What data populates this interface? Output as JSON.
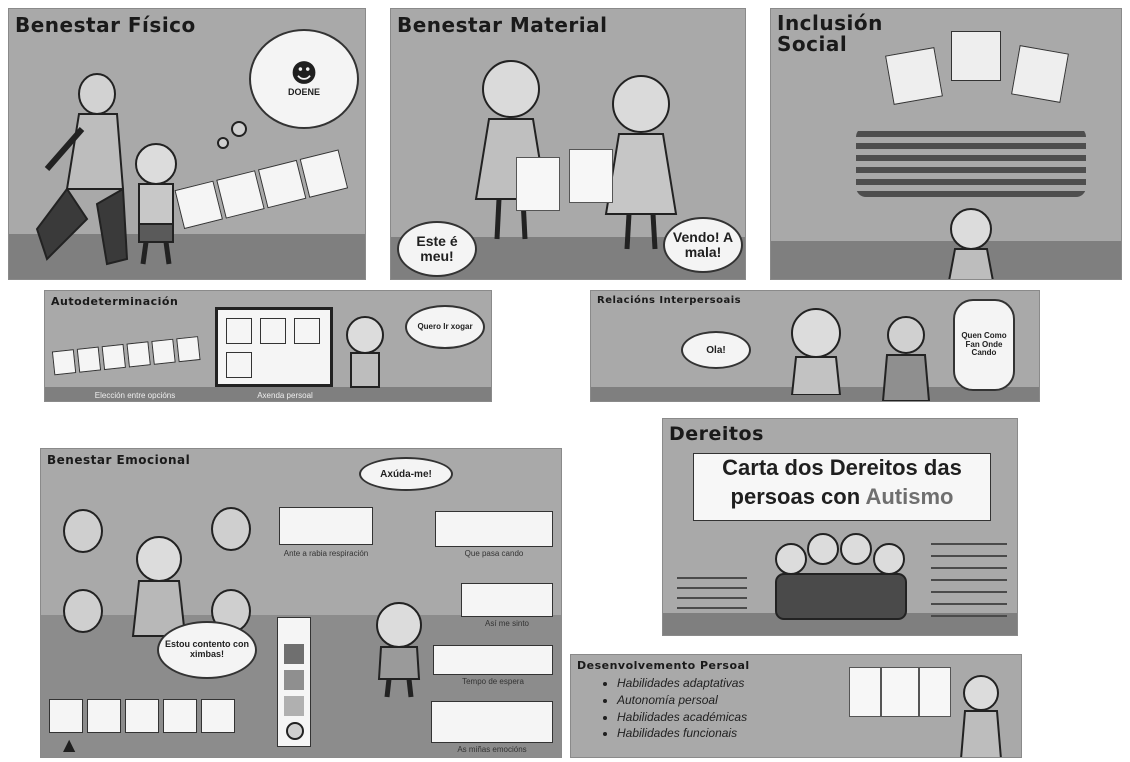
{
  "panels": {
    "benestar_fisico": {
      "title": "Benestar Físico",
      "bubble": "DOENE"
    },
    "benestar_material": {
      "title": "Benestar Material",
      "bubble_left": "Este é meu!",
      "bubble_right": "Vendo! A mala!"
    },
    "inclusion_social": {
      "title": "Inclusión Social"
    },
    "autodeterminacion": {
      "title": "Autodeterminación",
      "bubble": "Quero Ir xogar",
      "caption_left": "Elección entre opcións",
      "caption_right": "Axenda persoal"
    },
    "relacions": {
      "title": "Relacións Interpersoais",
      "bubble_left": "Ola!",
      "bubble_right": "Quen Como Fan Onde Cando"
    },
    "dereitos": {
      "title": "Dereitos",
      "headline_line1": "Carta dos Dereitos das",
      "headline_line2_prefix": "persoas con ",
      "headline_line2_accent": "Autismo"
    },
    "benestar_emocional": {
      "title": "Benestar Emocional",
      "bubble_top": "Axúda-me!",
      "bubble_left": "Estou contento con ximbas!",
      "captions": [
        "Ante a rabia respiración",
        "Que pasa cando",
        "Así me sinto",
        "Tempo de espera",
        "As miñas emocións"
      ]
    },
    "desenvolvemento_persoal": {
      "title": "Desenvolvemento Persoal",
      "items": [
        "Habilidades adaptativas",
        "Autonomía persoal",
        "Habilidades académicas",
        "Habilidades funcionais"
      ]
    }
  }
}
